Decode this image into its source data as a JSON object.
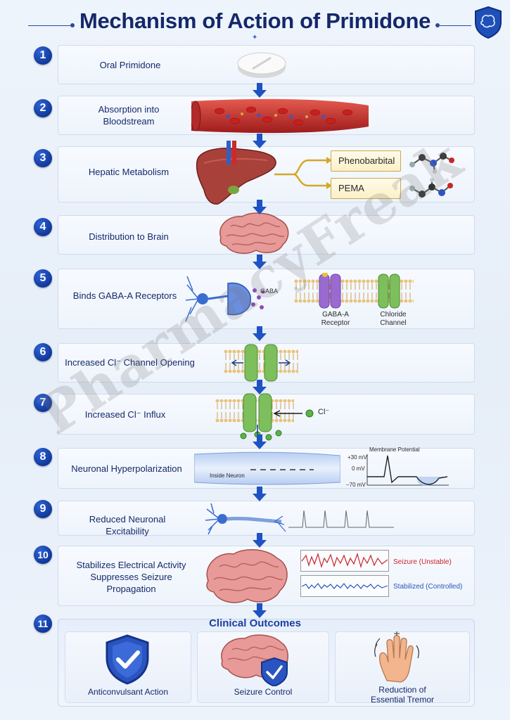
{
  "title": "Mechanism of Action of Primidone",
  "watermark": "PharmacyFreak",
  "steps": [
    {
      "num": "1",
      "label": "Oral Primidone"
    },
    {
      "num": "2",
      "label": "Absorption into\nBloodstream"
    },
    {
      "num": "3",
      "label": "Hepatic Metabolism"
    },
    {
      "num": "4",
      "label": "Distribution to Brain"
    },
    {
      "num": "5",
      "label": "Binds GABA-A Receptors"
    },
    {
      "num": "6",
      "label": "Increased Cl⁻ Channel Opening"
    },
    {
      "num": "7",
      "label": "Increased Cl⁻ Influx"
    },
    {
      "num": "8",
      "label": "Neuronal Hyperpolarization"
    },
    {
      "num": "9",
      "label": "Reduced Neuronal Excitability"
    },
    {
      "num": "10",
      "label": "Stabilizes Electrical Activity\nSuppresses Seizure Propagation"
    },
    {
      "num": "11",
      "label": "Clinical Outcomes"
    }
  ],
  "metabolites": [
    "Phenobarbital",
    "PEMA"
  ],
  "receptor": {
    "gaba_label": "GABA",
    "receptor_label": "GABA-A\nReceptor",
    "channel_label": "Chloride\nChannel"
  },
  "influx": {
    "ion_label": "Cl⁻"
  },
  "potential": {
    "title": "Membrane Potential",
    "ticks": [
      "+30 mV",
      "0 mV",
      "−70 mV"
    ],
    "inside_label": "Inside Neuron"
  },
  "seizure": {
    "unstable": "Seizure (Unstable)",
    "stabilized": "Stabilized (Controlled)"
  },
  "outcomes": [
    "Anticonvulsant Action",
    "Seizure Control",
    "Reduction of\nEssential Tremor"
  ],
  "colors": {
    "accent": "#14286a",
    "badge": "#1a44b0",
    "unstable": "#c8262b",
    "stable": "#2b56b8",
    "metabolite_border": "#c8a950"
  }
}
